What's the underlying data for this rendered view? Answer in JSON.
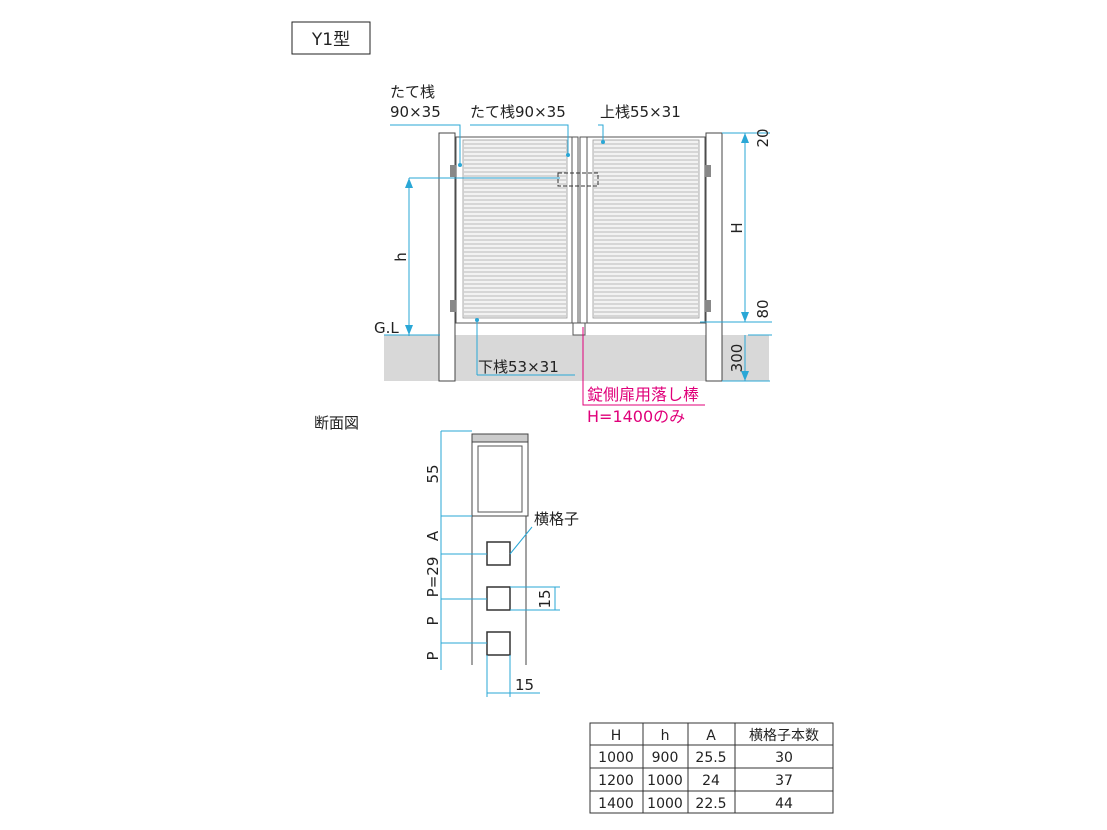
{
  "title": "Y1型",
  "labels": {
    "post_left": [
      "たて桟",
      "90×35"
    ],
    "post_mid": "たて桟90×35",
    "top_rail": "上桟55×31",
    "bottom_rail": "下桟53×31",
    "h": "h",
    "H": "H",
    "gl": "G.L",
    "dim_20": "20",
    "dim_80": "80",
    "dim_300": "300",
    "drop_rod": "錠側扉用落し棒",
    "drop_rod_note": "H=1400のみ"
  },
  "section": {
    "title": "断面図",
    "slat_label": "横格子",
    "dim_55": "55",
    "dim_A": "A",
    "dim_P29": "P=29",
    "dim_P1": "P",
    "dim_P2": "P",
    "dim_15v": "15",
    "dim_15h": "15"
  },
  "table": {
    "headers": [
      "H",
      "h",
      "A",
      "横格子本数"
    ],
    "rows": [
      [
        "1000",
        "900",
        "25.5",
        "30"
      ],
      [
        "1200",
        "1000",
        "24",
        "37"
      ],
      [
        "1400",
        "1000",
        "22.5",
        "44"
      ]
    ]
  },
  "colors": {
    "cyan": "#2aa7d6",
    "pink": "#e0007a",
    "ground": "#d8d8d8"
  }
}
